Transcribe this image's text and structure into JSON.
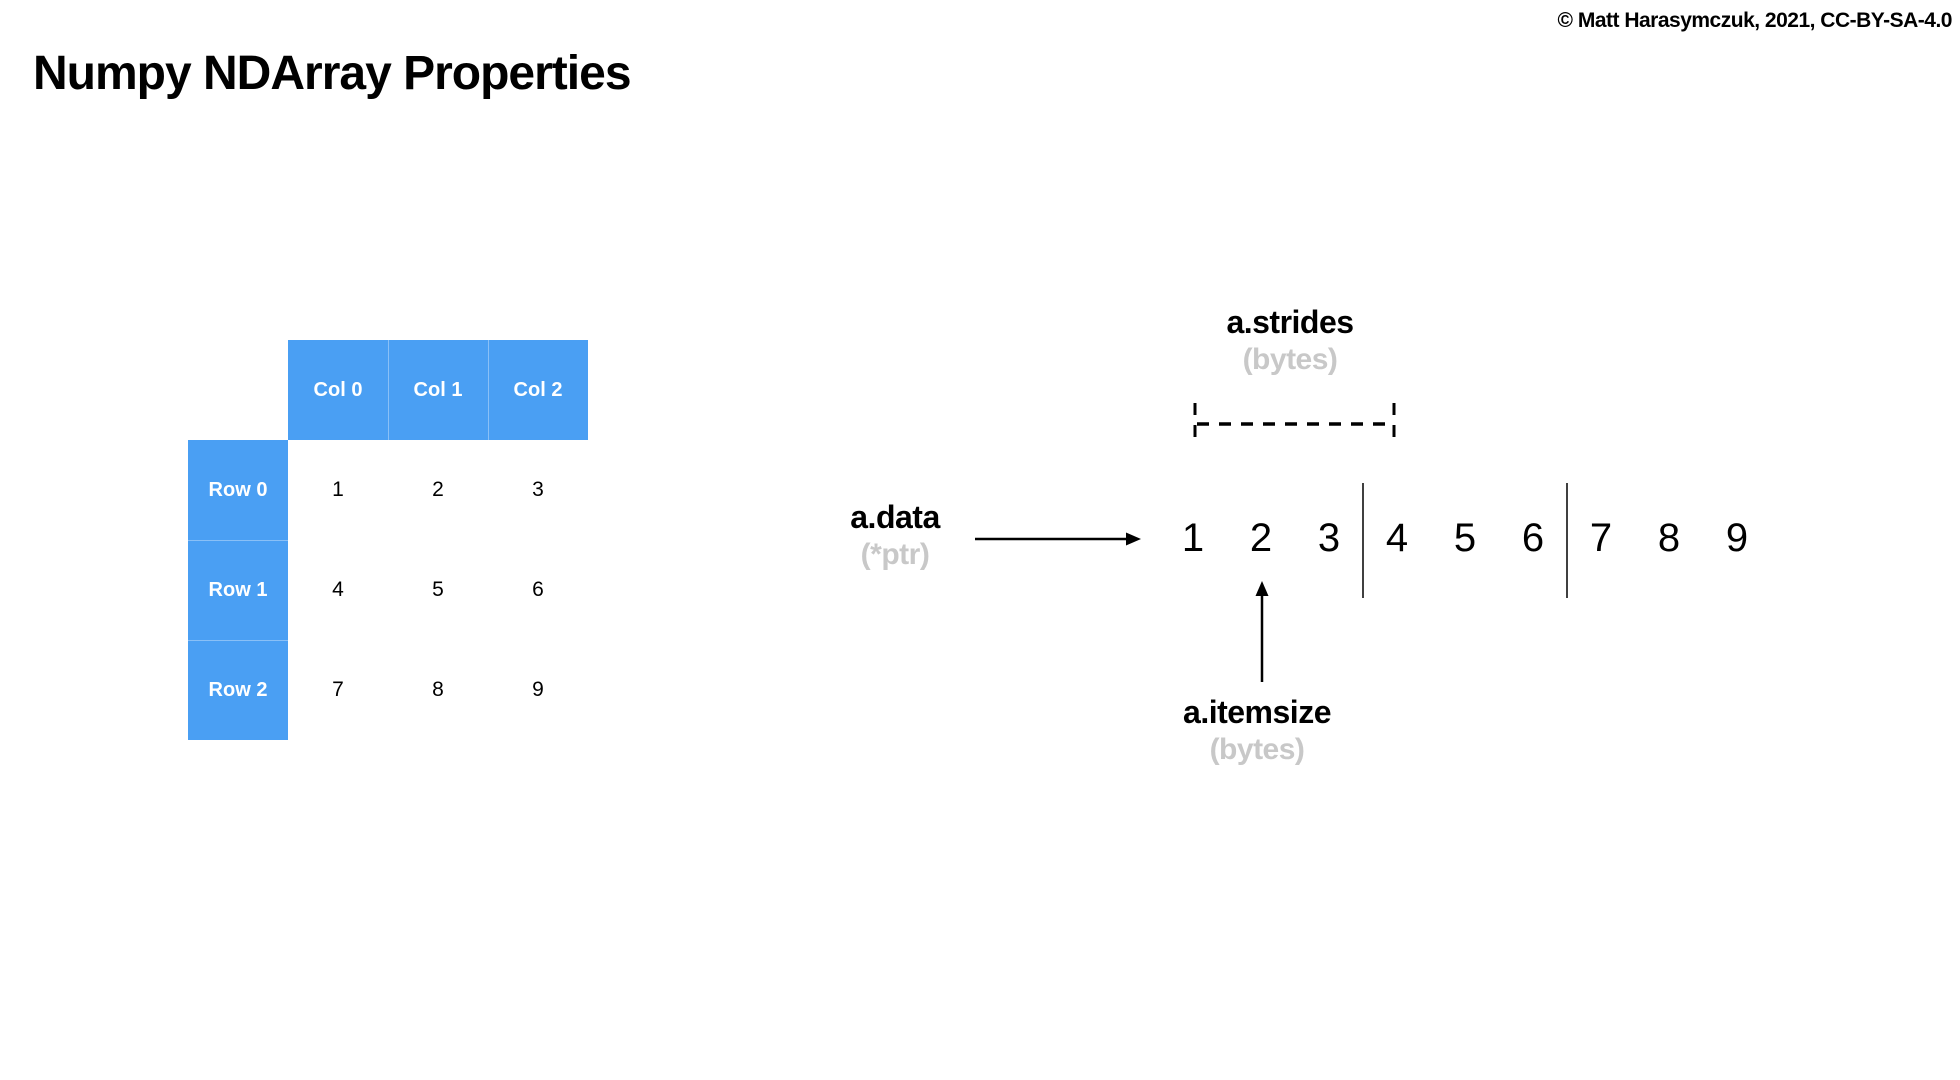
{
  "page": {
    "title": "Numpy NDArray Properties",
    "copyright": "© Matt Harasymczuk, 2021, CC-BY-SA-4.0"
  },
  "colors": {
    "accent_blue": "#4A9FF3",
    "muted_gray": "#C8C8C8",
    "ink": "#000000"
  },
  "matrix": {
    "col_headers": [
      "Col 0",
      "Col 1",
      "Col 2"
    ],
    "rows": [
      {
        "label": "Row 0",
        "values": [
          "1",
          "2",
          "3"
        ]
      },
      {
        "label": "Row 1",
        "values": [
          "4",
          "5",
          "6"
        ]
      },
      {
        "label": "Row 2",
        "values": [
          "7",
          "8",
          "9"
        ]
      }
    ]
  },
  "memory": {
    "data_label": "a.data",
    "data_sublabel": "(*ptr)",
    "strides_label": "a.strides",
    "strides_sublabel": "(bytes)",
    "itemsize_label": "a.itemsize",
    "itemsize_sublabel": "(bytes)",
    "cells": [
      "1",
      "2",
      "3",
      "4",
      "5",
      "6",
      "7",
      "8",
      "9"
    ]
  }
}
